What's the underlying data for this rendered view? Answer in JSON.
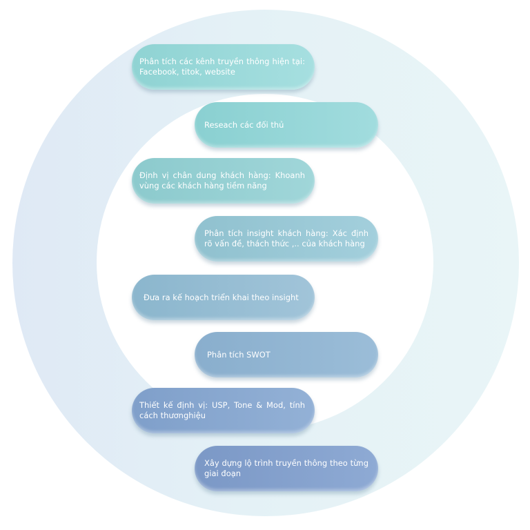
{
  "steps": [
    {
      "label": "Phân tích các kênh truyền thông hiện tại: Facebook, titok, website"
    },
    {
      "label": "Reseach các đối thủ"
    },
    {
      "label": "Định vị chân dung khách hàng: Khoanh vùng các khách hàng tiềm năng"
    },
    {
      "label": "Phân tích insight khách hàng: Xác định rõ vấn đề, thách thức ,.. của khách hàng"
    },
    {
      "label": "Đưa ra kế hoạch triển khai theo insight"
    },
    {
      "label": "Phân tích SWOT"
    },
    {
      "label": "Thiết kế định vị: USP, Tone & Mod, tính cách thươnghiệu"
    },
    {
      "label": "Xây dựng lộ trình truyền thông theo từng giai đoạn"
    }
  ],
  "colors": {
    "ring": "#e4f1f6",
    "pill_teal": "#8fd3d3",
    "pill_blue": "#7b98c6",
    "text": "#ffffff"
  }
}
